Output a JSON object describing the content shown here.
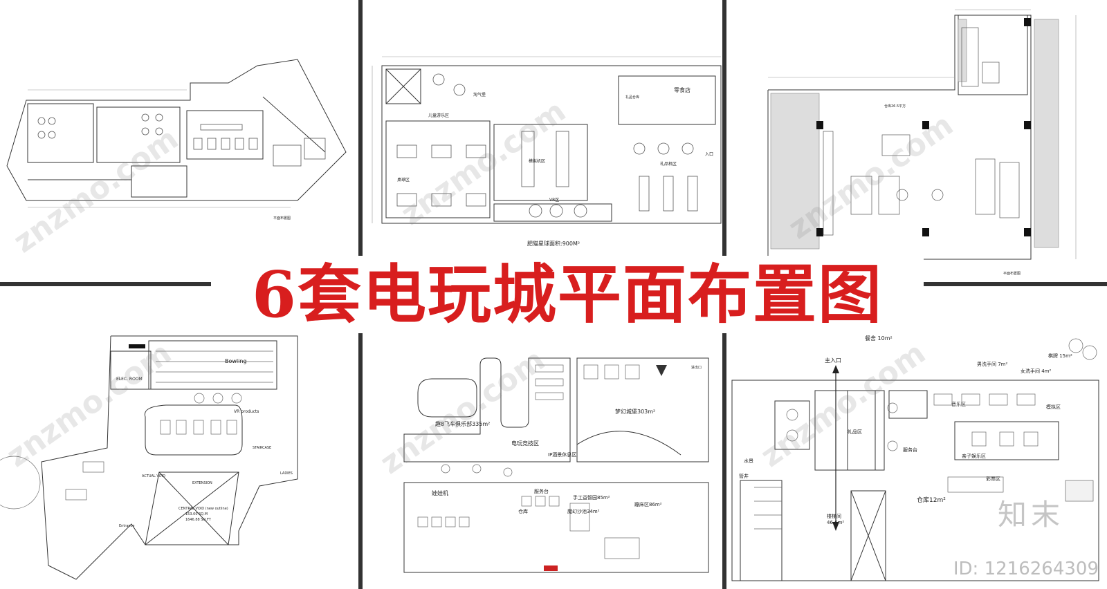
{
  "title": "6套电玩城平面布置图",
  "watermark": "znzmo.com",
  "logo": "知末",
  "id_text": "ID: 1216264309",
  "accent_color": "#d81e1e",
  "panels": [
    {
      "name": "plan-1",
      "labels": [
        "平面布置图"
      ]
    },
    {
      "name": "plan-2",
      "labels": [
        "零食店",
        "儿童游乐区",
        "桌球区",
        "模拟机区",
        "VR区",
        "礼品机区",
        "礼品仓库",
        "淘气堡",
        "入口",
        "肥猫星球面积:900M²"
      ]
    },
    {
      "name": "plan-3",
      "labels": [
        "仓库26.5平方",
        "平面布置图"
      ]
    },
    {
      "name": "plan-4",
      "labels": [
        "Bowling",
        "VR products",
        "ELEC. ROOM",
        "STAIRCASE",
        "ACTUAL VOID",
        "EXTENSION",
        "CENTRAL VOID (new outline)",
        "153.00 SQ.M",
        "1646.88 SQ.FT",
        "Entrance",
        "LADIES"
      ]
    },
    {
      "name": "plan-5",
      "labels": [
        "趣8飞车俱乐部335m²",
        "梦幻城堡303m²",
        "电玩竞技区",
        "IP酒景休息区",
        "服务台",
        "手工益智园85m²",
        "蹦床区86m²",
        "魔幻沙池34m²",
        "娃娃机",
        "仓库",
        "进出口"
      ]
    },
    {
      "name": "plan-6",
      "labels": [
        "主入口",
        "礼品区",
        "音乐区",
        "模拟区",
        "亲子娱乐区",
        "服务台",
        "仓库12m²",
        "楼梯间 46.6m²",
        "男洗手间 7m²",
        "女洗手间 4m²",
        "棋牌 15m²",
        "餐舍 10m²",
        "管井",
        "水景",
        "彩票区"
      ]
    }
  ]
}
